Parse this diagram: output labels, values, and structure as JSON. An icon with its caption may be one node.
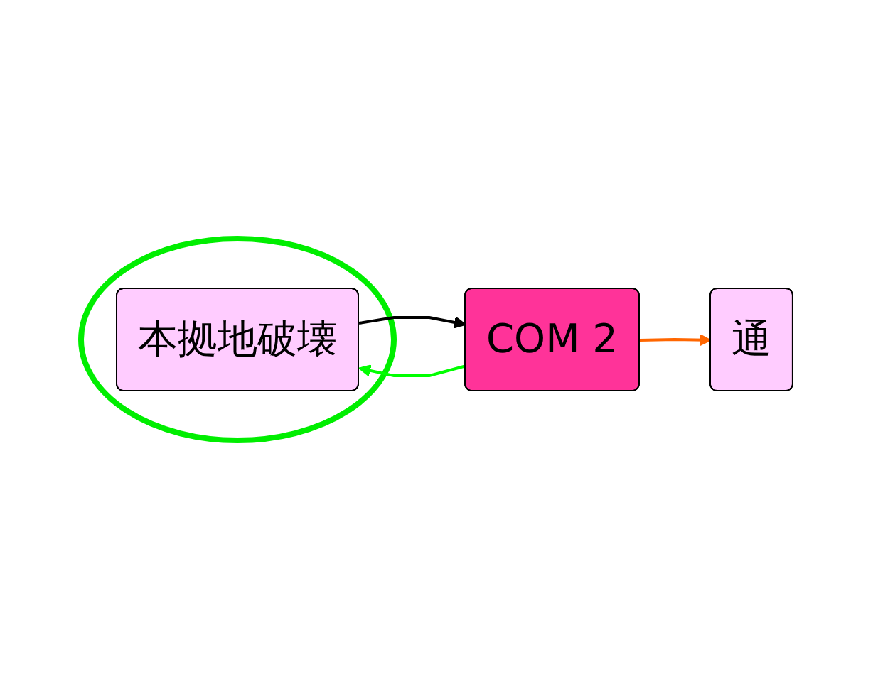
{
  "diagram": {
    "nodes": [
      {
        "text": [],
        "shape": "ellipse"
      },
      {
        "text": [
          "本拠地破壊"
        ],
        "in": 0
      },
      {
        "text": [
          "COM 2"
        ]
      },
      {
        "text": [
          "通"
        ]
      }
    ],
    "edges": [
      {
        "from": 1,
        "to": 2,
        "arrow": "to"
      },
      {
        "from": 2,
        "to": 1,
        "arrow": "to",
        "color": "#00ff00"
      },
      {
        "from": 2,
        "to": 3,
        "arrow": "to",
        "color": "#ff6600"
      }
    ]
  }
}
